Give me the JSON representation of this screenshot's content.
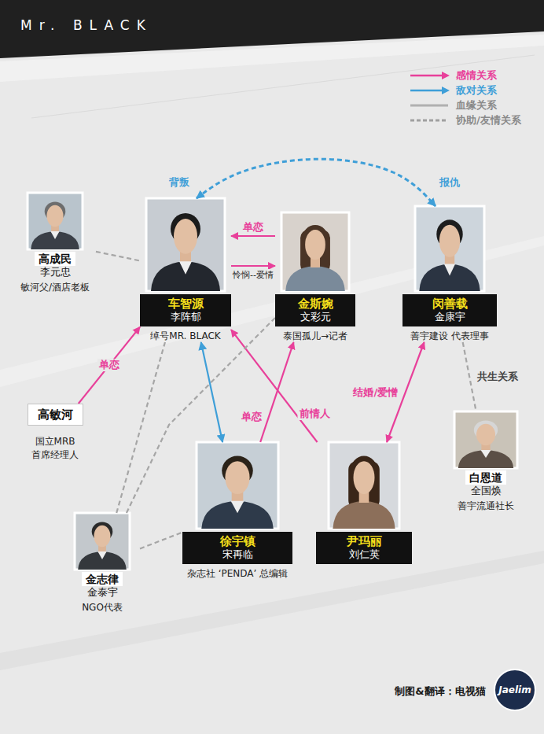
{
  "diagram": {
    "title": "Mr. BLACK",
    "nodes": [
      {
        "text": [
          "高成民",
          "李元忠",
          "敏河父/酒店老板"
        ]
      },
      {
        "text": [
          "车智源",
          "李阵郁",
          "绰号MR. BLACK"
        ]
      },
      {
        "text": [
          "金斯婉",
          "文彩元",
          "泰国孤儿→记者"
        ]
      },
      {
        "text": [
          "闵善载",
          "金康宇",
          "善宇建设 代表理事"
        ]
      },
      {
        "text": [
          "高敏河",
          "国立MRB 首席经理人"
        ]
      },
      {
        "text": [
          "白恩道",
          "全国焕",
          "善宇流通社长"
        ]
      },
      {
        "text": [
          "徐宇镇",
          "宋再临",
          "杂志社 ‘PENDA’ 总编辑"
        ]
      },
      {
        "text": [
          "尹玛丽",
          "刘仁英"
        ]
      },
      {
        "text": [
          "金志律",
          "金泰宇",
          "NGO代表"
        ]
      }
    ],
    "edges": [
      {
        "from": 1,
        "to": 3,
        "arrow": "both",
        "label": "背叛"
      },
      {
        "from": 2,
        "to": 1,
        "arrow": "to",
        "label": "单恋"
      },
      {
        "from": 1,
        "to": 2,
        "arrow": "to",
        "label": "怜悯--爱情"
      },
      {
        "from": 4,
        "to": 1,
        "arrow": "to",
        "label": "单恋"
      },
      {
        "from": 0,
        "to": 1,
        "arrow": "none"
      },
      {
        "from": 3,
        "to": 5,
        "arrow": "none",
        "label": "共生关系"
      },
      {
        "from": 3,
        "to": 7,
        "arrow": "both",
        "label": "结婚/爱憎"
      },
      {
        "from": 7,
        "to": 1,
        "arrow": "to",
        "label": "前情人"
      },
      {
        "from": 6,
        "to": 2,
        "arrow": "to",
        "label": "单恋"
      },
      {
        "from": 1,
        "to": 6,
        "arrow": "both"
      },
      {
        "from": 8,
        "to": 1,
        "arrow": "none"
      },
      {
        "from": 8,
        "to": 2,
        "arrow": "none"
      },
      {
        "from": 8,
        "to": 6,
        "arrow": "none"
      }
    ],
    "labels": [
      "报仇",
      "制图&翻译：电视猫",
      "Jaelim"
    ],
    "legend": [
      {
        "text": "感情关系"
      },
      {
        "text": "敌对关系"
      },
      {
        "text": "血缘关系"
      },
      {
        "text": "协助/友情关系"
      }
    ]
  }
}
